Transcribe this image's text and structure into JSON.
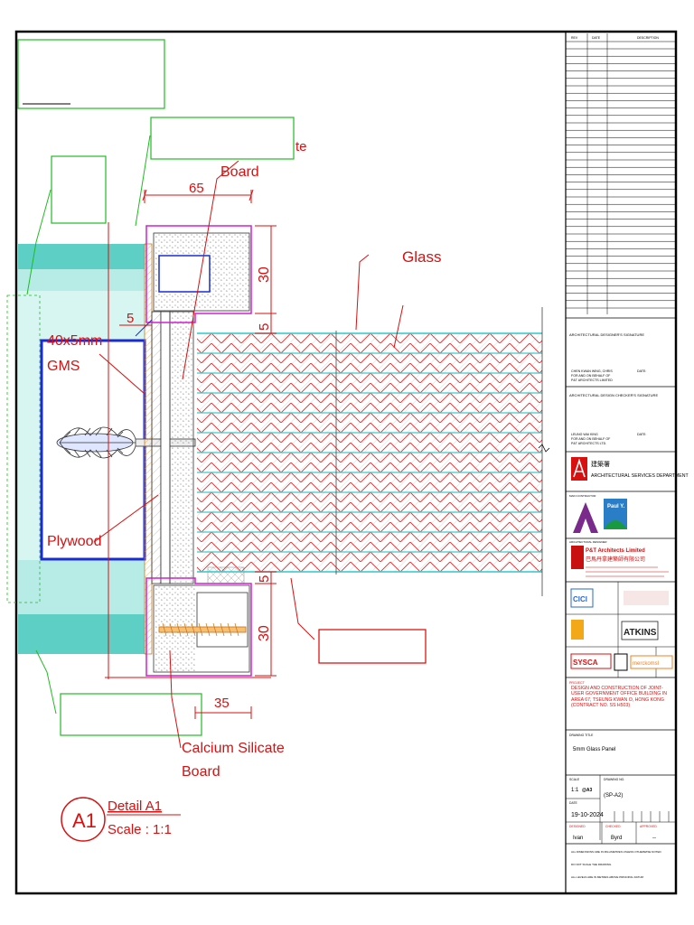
{
  "drawing": {
    "labels": {
      "calcium_top_partial": "te",
      "board_top": "Board",
      "glass": "Glass",
      "gms_line1": "40x5mm",
      "gms_line2": "GMS",
      "plywood": "Plywood",
      "calcium_bottom_line1": "Calcium Silicate",
      "calcium_bottom_line2": "Board"
    },
    "dimensions": {
      "top_width": "65",
      "offset": "5",
      "top_height": "30",
      "top_gap": "5",
      "bottom_gap": "5",
      "bottom_height": "30",
      "bottom_width": "35"
    },
    "detail": {
      "tag": "A1",
      "title": "Detail A1",
      "scale": "Scale : 1:1"
    }
  },
  "title_block": {
    "rev_header": [
      "REV",
      "DATE",
      "DESCRIPTION"
    ],
    "architect_sig_title": "ARCHITECTURAL DESIGNER'S SIGNATURE",
    "architect_name_1": "CHEN KWAN WING, CHRIS",
    "architect_name_2": "FOR AND ON BEHALF OF",
    "architect_name_3": "P&T ARCHITECTS LIMITED",
    "date_label": "DATE:",
    "checker_title": "ARCHITECTURAL DESIGN CHECKER'S SIGNATURE",
    "checker_name_1": "LEUNG WAI KING",
    "checker_name_2": "FOR AND ON BEHALF OF",
    "checker_name_3": "P&T ARCHITECTS LTD.",
    "asd_chinese": "建築署",
    "asd_name": "ARCHITECTURAL SERVICES DEPARTMENT",
    "main_contractor_label": "MAIN CONTRACTOR",
    "main_contractor_logo": "Paul Y.",
    "design_consultant_label": "ARCHITECTURAL DESIGNER",
    "pt_name": "P&T Architects Limited",
    "pt_chinese": "巴馬丹拿建築師有限公司",
    "cici_logo": "CICI",
    "atkins_logo": "ATKINS",
    "sysca_logo": "SYSCA",
    "consultant_logo": "merckomsl",
    "project_label": "PROJECT",
    "project_title": "DESIGN AND CONSTRUCTION OF JOINT-USER GOVERNMENT OFFICE BUILDING IN AREA 67, TSEUNG KWAN O, HONG KONG (CONTRACT NO. SS H503)",
    "drawing_title_label": "DRAWING TITLE",
    "drawing_title": "5mm Glass Panel",
    "scale_label": "SCALE",
    "scale_value": "1:1",
    "paper_size": "@A3",
    "drawing_no_label": "DRAWING NO.",
    "drawing_no": "(SP-A2)",
    "date_field_label": "DATE",
    "date_value": "19-10-2024",
    "designed_label": "DESIGNED",
    "designed_value": "Ivan",
    "checked_label": "CHECKED",
    "checked_value": "Byrd",
    "approved_label": "APPROVED",
    "approved_value": "--",
    "note_1": "ALL DIMENSIONS ARE IN MILLIMETRES UNLESS OTHERWISE NOTED",
    "note_2": "DO NOT SCALE THE DRAWING",
    "note_3": "ALL LEVELS ARE IN METRES ABOVE PRINCIPAL DATUM"
  }
}
